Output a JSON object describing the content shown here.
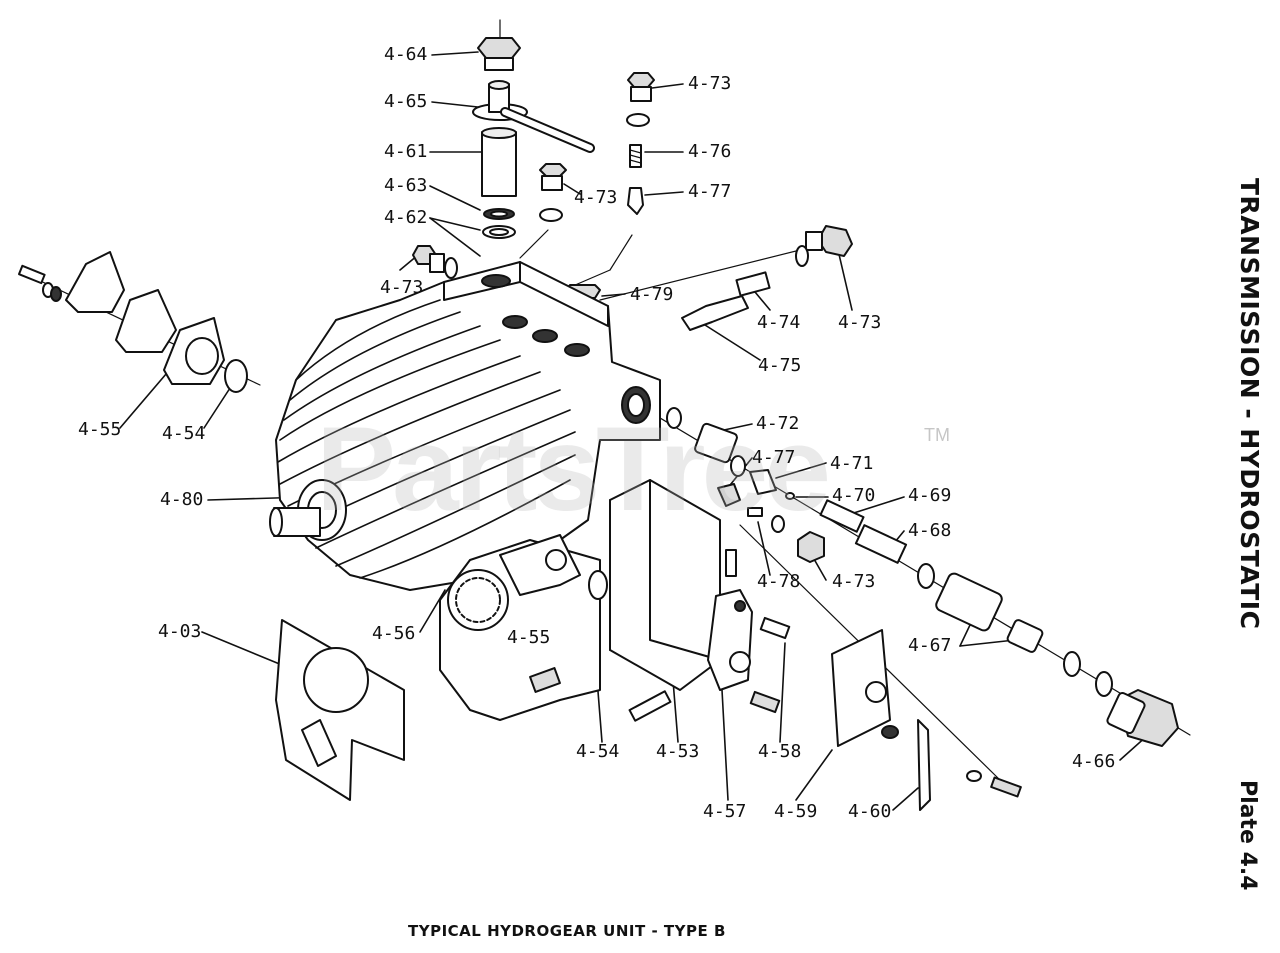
{
  "title": "TRANSMISSION - HYDROSTATIC",
  "plate": "Plate 4.4",
  "caption": "TYPICAL HYDROGEAR UNIT - TYPE B",
  "watermark": "PartsTree",
  "watermark_mark": "TM",
  "callouts": {
    "c4_64": "4-64",
    "c4_65": "4-65",
    "c4_61": "4-61",
    "c4_63": "4-63",
    "c4_62": "4-62",
    "c4_73_top": "4-73",
    "c4_76": "4-76",
    "c4_77_top": "4-77",
    "c4_73_mid": "4-73",
    "c4_73_left": "4-73",
    "c4_79": "4-79",
    "c4_74": "4-74",
    "c4_73_right": "4-73",
    "c4_75": "4-75",
    "c4_55_left": "4-55",
    "c4_54_left": "4-54",
    "c4_72": "4-72",
    "c4_77_mid": "4-77",
    "c4_71": "4-71",
    "c4_70": "4-70",
    "c4_69": "4-69",
    "c4_68": "4-68",
    "c4_80": "4-80",
    "c4_73_low": "4-73",
    "c4_78": "4-78",
    "c4_67": "4-67",
    "c4_03": "4-03",
    "c4_56": "4-56",
    "c4_55_mid": "4-55",
    "c4_54_low": "4-54",
    "c4_53": "4-53",
    "c4_58": "4-58",
    "c4_66": "4-66",
    "c4_57": "4-57",
    "c4_59": "4-59",
    "c4_60": "4-60"
  }
}
